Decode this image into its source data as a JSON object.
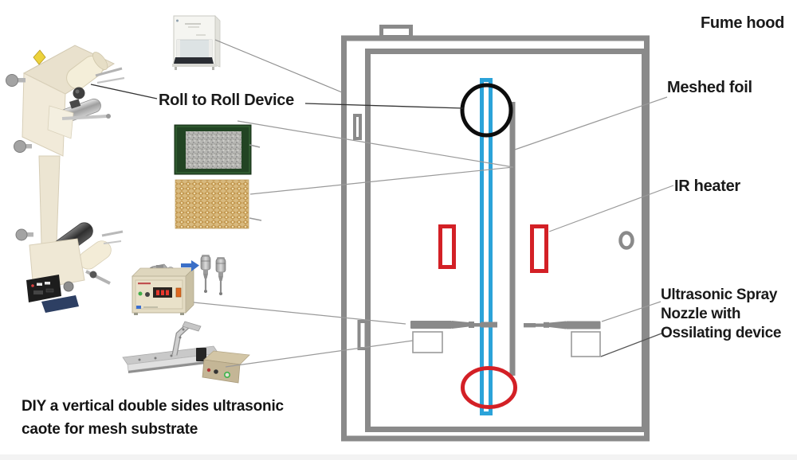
{
  "caption": {
    "line1": "DIY a vertical double sides ultrasonic",
    "line2": "caote for mesh substrate"
  },
  "labels": {
    "roll_to_roll": "Roll to Roll Device",
    "fume_hood": "Fume hood",
    "meshed_foil": "Meshed foil",
    "ir_heater": "IR heater",
    "ultrasonic_nozzle_line1": "Ultrasonic Spray",
    "ultrasonic_nozzle_line2": "Nozzle with",
    "ultrasonic_nozzle_line3": "Ossilating device"
  },
  "colors": {
    "wall_gray": "#8a8a8a",
    "foil_path_blue": "#2ba3d9",
    "ir_heater_red": "#d32026",
    "top_roller_black": "#0d0d0d",
    "bottom_roller_red": "#d32026",
    "leader_line_gray": "#9a9a9a",
    "text_black": "#1a1a1a"
  },
  "schematic_parts": [
    "fume-hood-enclosure",
    "inner-chamber",
    "door-handles",
    "door-knob",
    "foil-path",
    "top-roller",
    "meshed-foil-bar",
    "ir-heater-left",
    "ir-heater-right",
    "spray-nozzle-left",
    "spray-nozzle-right",
    "oscillator-box-left",
    "oscillator-box-right",
    "bottom-roller"
  ],
  "photo_items": [
    "roll-to-roll-device-photo",
    "fume-hood-photo",
    "stainless-mesh-photo",
    "brass-mesh-photo",
    "ultrasonic-generator-photo",
    "oscillating-device-photo"
  ]
}
